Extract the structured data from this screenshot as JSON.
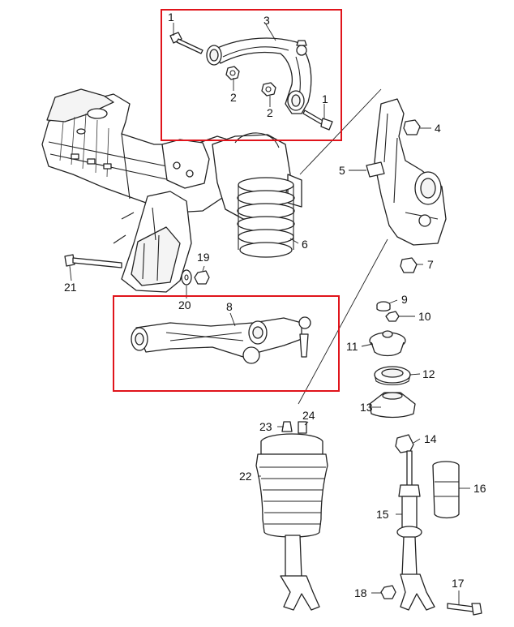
{
  "colors": {
    "highlight": "#e0141b",
    "line": "#222222"
  },
  "parts": [
    {
      "id": "1a",
      "number": "1"
    },
    {
      "id": "1b",
      "number": "1"
    },
    {
      "id": "2a",
      "number": "2"
    },
    {
      "id": "2b",
      "number": "2"
    },
    {
      "id": "3",
      "number": "3"
    },
    {
      "id": "4",
      "number": "4"
    },
    {
      "id": "5",
      "number": "5"
    },
    {
      "id": "6",
      "number": "6"
    },
    {
      "id": "7",
      "number": "7"
    },
    {
      "id": "8",
      "number": "8"
    },
    {
      "id": "9",
      "number": "9"
    },
    {
      "id": "10",
      "number": "10"
    },
    {
      "id": "11",
      "number": "11"
    },
    {
      "id": "12",
      "number": "12"
    },
    {
      "id": "13",
      "number": "13"
    },
    {
      "id": "14",
      "number": "14"
    },
    {
      "id": "15",
      "number": "15"
    },
    {
      "id": "16",
      "number": "16"
    },
    {
      "id": "17",
      "number": "17"
    },
    {
      "id": "18",
      "number": "18"
    },
    {
      "id": "19",
      "number": "19"
    },
    {
      "id": "20",
      "number": "20"
    },
    {
      "id": "21",
      "number": "21"
    },
    {
      "id": "22",
      "number": "22"
    },
    {
      "id": "23",
      "number": "23"
    },
    {
      "id": "24",
      "number": "24"
    }
  ]
}
